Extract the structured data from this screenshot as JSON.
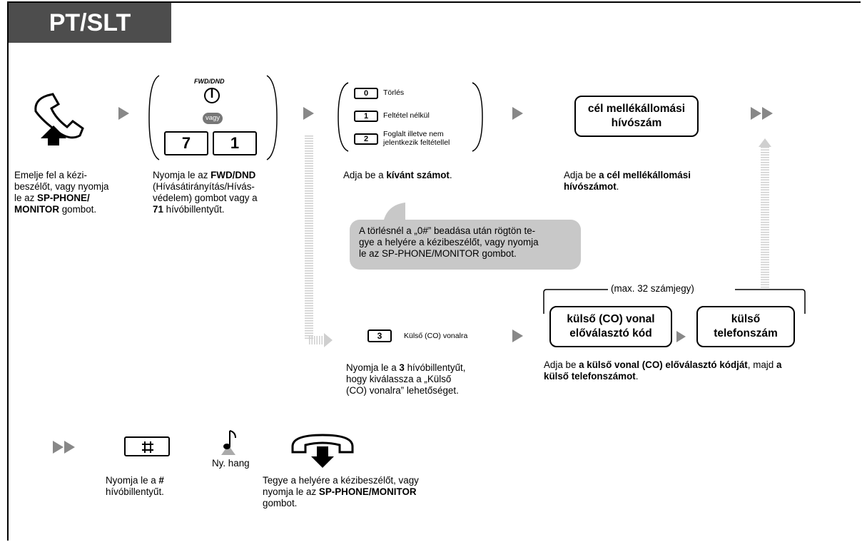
{
  "title": "PT/SLT",
  "step1": {
    "text_a": "Emelje fel a kézi-",
    "text_b": "beszélőt, vagy nyomja",
    "text_c": "le az ",
    "text_c_bold": "SP-PHONE/",
    "text_d_bold": "MONITOR",
    "text_d": " gombot."
  },
  "step2": {
    "fwd_label": "FWD/DND",
    "or_label": "vagy",
    "key_a": "7",
    "key_b": "1",
    "text_a": "Nyomja le az ",
    "text_a_bold": "FWD/DND",
    "text_b": "(Hívásátirányítás/Hívás-",
    "text_c": "védelem) gombot vagy a",
    "text_d_bold": "71",
    "text_d": " hívóbillentyűt."
  },
  "step3": {
    "options": [
      {
        "key": "0",
        "label": "Törlés"
      },
      {
        "key": "1",
        "label": "Feltétel nélkül"
      },
      {
        "key": "2",
        "label_a": "Foglalt illetve nem",
        "label_b": "jelentkezik feltétellel"
      }
    ],
    "text_a": "Adja be a ",
    "text_a_bold": "kívánt számot",
    "text_a_end": "."
  },
  "bubble": {
    "line1": "A törlésnél a „0#” beadása után rögtön te-",
    "line2": "gye a helyére a kézibeszélőt, vagy nyomja",
    "line3": "le az SP-PHONE/MONITOR gombot."
  },
  "step4": {
    "box_line1": "cél mellékállomási",
    "box_line2": "hívószám",
    "text_a": "Adja be ",
    "text_a_bold": "a cél mellékállomási",
    "text_b_bold": "hívószámot",
    "text_b": "."
  },
  "option3": {
    "key": "3",
    "label": "Külső (CO) vonalra",
    "text_a": "Nyomja le a ",
    "text_a_bold": "3",
    "text_a_end": " hívóbillentyűt,",
    "text_b": "hogy kiválassza a „Külső",
    "text_c": "(CO) vonalra” lehetőséget."
  },
  "external": {
    "max_label": "(max. 32 számjegy)",
    "box1_line1": "külső (CO) vonal",
    "box1_line2": "előválasztó kód",
    "box2_line1": "külső",
    "box2_line2": "telefonszám",
    "text_a": "Adja be ",
    "text_a_bold": "a külső vonal (CO) előválasztó kódját",
    "text_a_mid": ", majd ",
    "text_a_bold2": "a",
    "text_b_bold": "külső telefonszámot",
    "text_b": "."
  },
  "final": {
    "hash_text_a": "Nyomja le a ",
    "hash_text_a_bold": "#",
    "hash_text_b": "hívóbillentyűt.",
    "tone_label": "Ny. hang",
    "hangup_a": "Tegye a helyére a kézibeszélőt, vagy",
    "hangup_b": "nyomja le az ",
    "hangup_b_bold": "SP-PHONE/MONITOR",
    "hangup_c": "gombot."
  },
  "colors": {
    "title_bg": "#4d4d4d",
    "arrow": "#888888",
    "bubble": "#c8c8c8",
    "dashed": "#cfcfcf"
  }
}
